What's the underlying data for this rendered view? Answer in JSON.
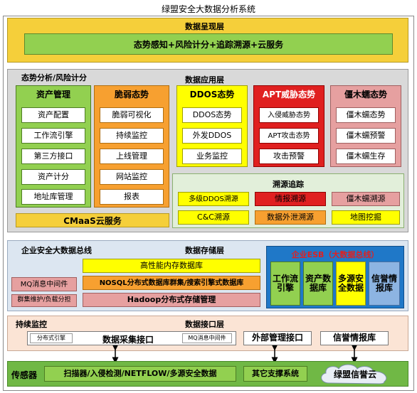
{
  "title": "绿盟安全大数据分析系统",
  "presentation": {
    "label": "数据呈现层",
    "bar": "态势感知+风险计分+追踪溯源+云服务"
  },
  "application": {
    "label": "数据应用层",
    "situation_label": "态势分析/风险计分",
    "asset": {
      "title": "资产管理",
      "items": [
        "资产配置",
        "工作流引擎",
        "第三方接口",
        "资产计分",
        "地址库管理"
      ]
    },
    "vuln": {
      "title": "脆弱态势",
      "items": [
        "脆弱可视化",
        "持续监控",
        "上线管理",
        "网站监控",
        "报表"
      ]
    },
    "ddos": {
      "title": "DDOS态势",
      "items": [
        "DDOS态势",
        "外发DDOS",
        "业务监控"
      ]
    },
    "apt": {
      "title": "APT威胁态势",
      "items": [
        "入侵威胁态势",
        "APT攻击态势",
        "攻击预警"
      ]
    },
    "botnet": {
      "title": "僵木蠕态势",
      "items": [
        "僵木蠕态势",
        "僵木蠕预警",
        "僵木蠕生存"
      ]
    },
    "cmaas": "CMaaS云服务",
    "trace": {
      "title": "溯源追踪",
      "items": [
        "多级DDOS溯源",
        "情报溯源",
        "僵木蠕溯源",
        "C&C溯源",
        "数据外泄溯源",
        "地图挖掘"
      ]
    }
  },
  "storage": {
    "bus_label": "企业安全大数据总线",
    "label": "数据存储层",
    "memdb": "高性能内存数据库",
    "nosql": "NOSQL分布式数据库群集/搜索引擎式数据库",
    "hadoop": "Hadoop分布式存储管理",
    "mq": "MQ消息中间件",
    "cluster": "群集维护/负载分担",
    "esb": {
      "title": "企业ESB（大数据总线）",
      "items": [
        "工作流引擎",
        "资产数据库",
        "多源安全数据",
        "信誉情报库"
      ]
    }
  },
  "interface": {
    "monitor_label": "持续监控",
    "label": "数据接口层",
    "collect": "数据采集接口",
    "dist_engine": "分布式引擎",
    "mq_small": "MQ消息中间件",
    "external": "外部管理接口",
    "reputation": "信誉情报库"
  },
  "sensor": {
    "label": "传感器",
    "scanner": "扫描器/入侵检测/NETFLOW/多源安全数据",
    "other": "其它支撑系统",
    "cloud": "绿盟信誉云"
  }
}
